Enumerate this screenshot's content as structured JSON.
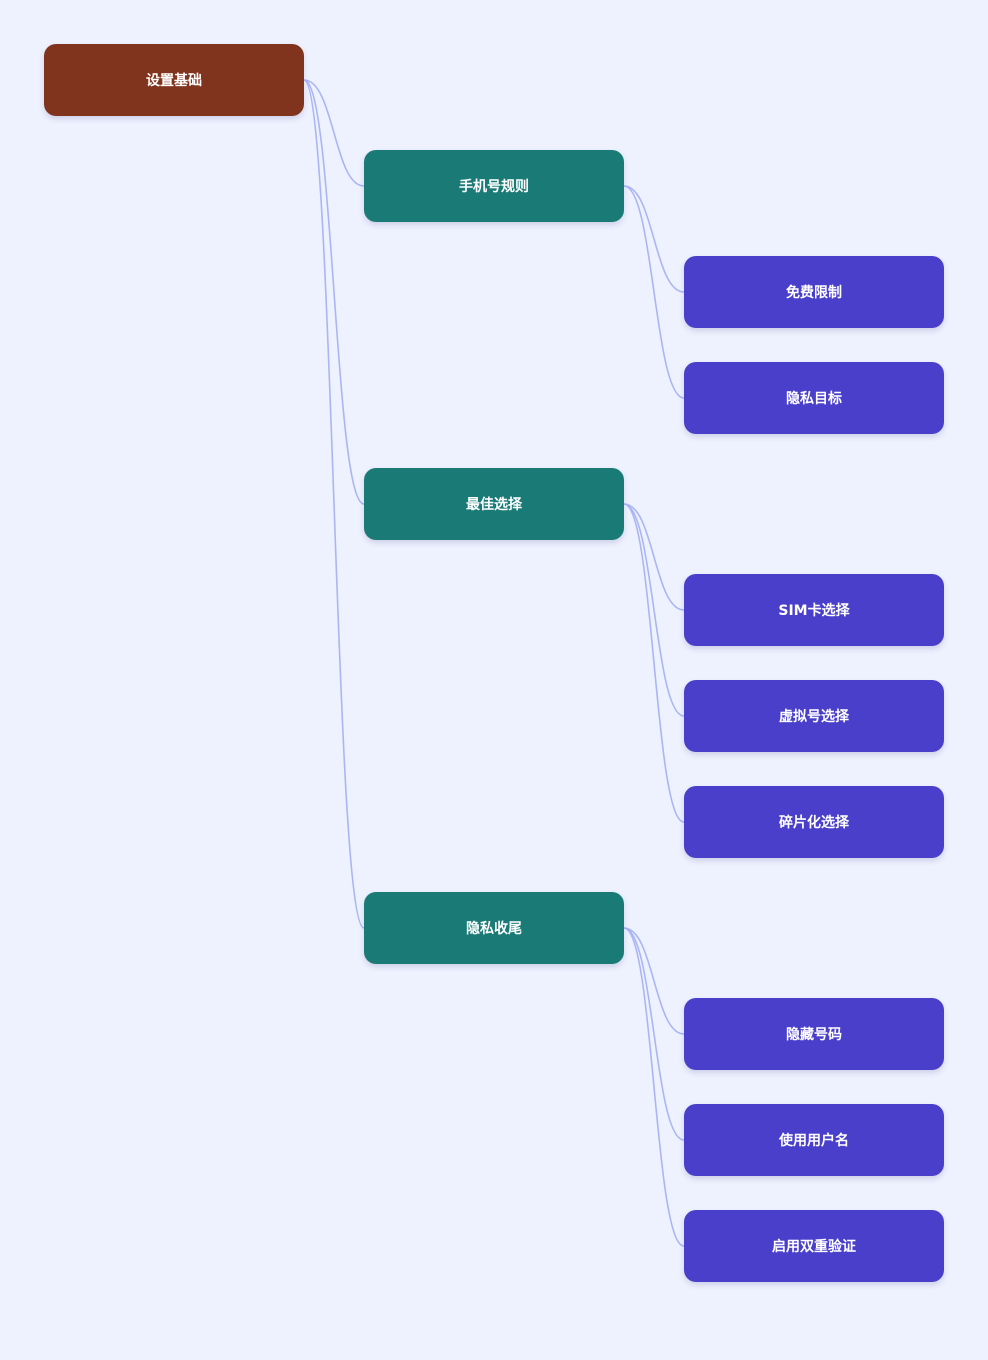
{
  "colors": {
    "background": "#eef2fe",
    "root": "#80341e",
    "branch": "#1a7b76",
    "leaf": "#4a3fcb",
    "connector": "#aab6f4"
  },
  "root": {
    "label": "设置基础",
    "children": [
      {
        "label": "手机号规则",
        "children": [
          {
            "label": "免费限制"
          },
          {
            "label": "隐私目标"
          }
        ]
      },
      {
        "label": "最佳选择",
        "children": [
          {
            "label": "SIM卡选择"
          },
          {
            "label": "虚拟号选择"
          },
          {
            "label": "碎片化选择"
          }
        ]
      },
      {
        "label": "隐私收尾",
        "children": [
          {
            "label": "隐藏号码"
          },
          {
            "label": "使用用户名"
          },
          {
            "label": "启用双重验证"
          }
        ]
      }
    ]
  }
}
